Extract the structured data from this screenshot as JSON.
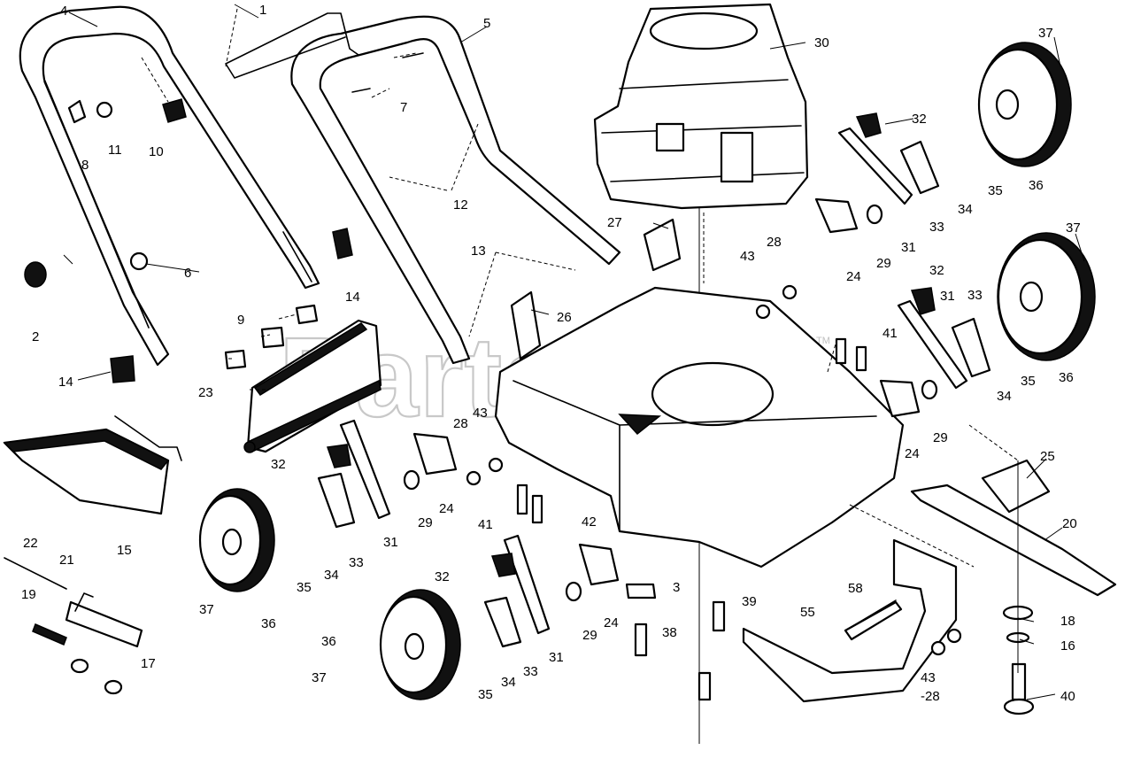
{
  "watermark": {
    "text": "PartsTree",
    "trademark": "TM"
  },
  "callouts": [
    {
      "id": "c1",
      "label": "1"
    },
    {
      "id": "c2",
      "label": "2"
    },
    {
      "id": "c3",
      "label": "3"
    },
    {
      "id": "c4",
      "label": "4"
    },
    {
      "id": "c5",
      "label": "5"
    },
    {
      "id": "c6",
      "label": "6"
    },
    {
      "id": "c7",
      "label": "7"
    },
    {
      "id": "c8",
      "label": "8"
    },
    {
      "id": "c9",
      "label": "9"
    },
    {
      "id": "c10",
      "label": "10"
    },
    {
      "id": "c11",
      "label": "11"
    },
    {
      "id": "c12",
      "label": "12"
    },
    {
      "id": "c13",
      "label": "13"
    },
    {
      "id": "c14a",
      "label": "14"
    },
    {
      "id": "c14b",
      "label": "14"
    },
    {
      "id": "c15",
      "label": "15"
    },
    {
      "id": "c16",
      "label": "16"
    },
    {
      "id": "c17",
      "label": "17"
    },
    {
      "id": "c18",
      "label": "18"
    },
    {
      "id": "c19",
      "label": "19"
    },
    {
      "id": "c20",
      "label": "20"
    },
    {
      "id": "c21",
      "label": "21"
    },
    {
      "id": "c22",
      "label": "22"
    },
    {
      "id": "c23",
      "label": "23"
    },
    {
      "id": "c24a",
      "label": "24"
    },
    {
      "id": "c24b",
      "label": "24"
    },
    {
      "id": "c24c",
      "label": "24"
    },
    {
      "id": "c24d",
      "label": "24"
    },
    {
      "id": "c25",
      "label": "25"
    },
    {
      "id": "c26",
      "label": "26"
    },
    {
      "id": "c27",
      "label": "27"
    },
    {
      "id": "c28a",
      "label": "28"
    },
    {
      "id": "c28b",
      "label": "28"
    },
    {
      "id": "c28c",
      "label": "-28"
    },
    {
      "id": "c29a",
      "label": "29"
    },
    {
      "id": "c29b",
      "label": "29"
    },
    {
      "id": "c29c",
      "label": "29"
    },
    {
      "id": "c29d",
      "label": "29"
    },
    {
      "id": "c30",
      "label": "30"
    },
    {
      "id": "c31a",
      "label": "31"
    },
    {
      "id": "c31b",
      "label": "31"
    },
    {
      "id": "c31c",
      "label": "31"
    },
    {
      "id": "c31d",
      "label": "31"
    },
    {
      "id": "c32a",
      "label": "32"
    },
    {
      "id": "c32b",
      "label": "32"
    },
    {
      "id": "c32c",
      "label": "32"
    },
    {
      "id": "c32d",
      "label": "32"
    },
    {
      "id": "c33a",
      "label": "33"
    },
    {
      "id": "c33b",
      "label": "33"
    },
    {
      "id": "c33c",
      "label": "33"
    },
    {
      "id": "c33d",
      "label": "33"
    },
    {
      "id": "c34a",
      "label": "34"
    },
    {
      "id": "c34b",
      "label": "34"
    },
    {
      "id": "c34c",
      "label": "34"
    },
    {
      "id": "c34d",
      "label": "34"
    },
    {
      "id": "c35a",
      "label": "35"
    },
    {
      "id": "c35b",
      "label": "35"
    },
    {
      "id": "c35c",
      "label": "35"
    },
    {
      "id": "c35d",
      "label": "35"
    },
    {
      "id": "c36a",
      "label": "36"
    },
    {
      "id": "c36b",
      "label": "36"
    },
    {
      "id": "c36c",
      "label": "36"
    },
    {
      "id": "c36d",
      "label": "36"
    },
    {
      "id": "c37a",
      "label": "37"
    },
    {
      "id": "c37b",
      "label": "37"
    },
    {
      "id": "c37c",
      "label": "37"
    },
    {
      "id": "c37d",
      "label": "37"
    },
    {
      "id": "c38",
      "label": "38"
    },
    {
      "id": "c39",
      "label": "39"
    },
    {
      "id": "c40",
      "label": "40"
    },
    {
      "id": "c41a",
      "label": "41"
    },
    {
      "id": "c41b",
      "label": "41"
    },
    {
      "id": "c42",
      "label": "42"
    },
    {
      "id": "c43a",
      "label": "43"
    },
    {
      "id": "c43b",
      "label": "43"
    },
    {
      "id": "c43c",
      "label": "43"
    },
    {
      "id": "c55",
      "label": "55"
    },
    {
      "id": "c58",
      "label": "58"
    }
  ]
}
